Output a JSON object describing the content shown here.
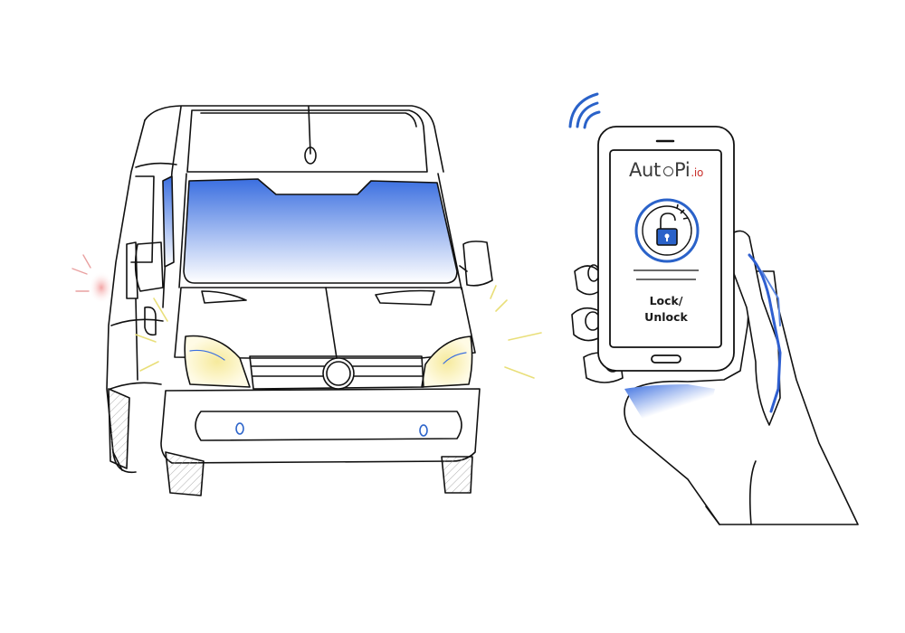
{
  "app": {
    "brand_main": "Aut",
    "brand_second": "Pi",
    "brand_tld": ".io",
    "action_line1": "Lock/",
    "action_line2": "Unlock",
    "accent_color": "#2a62c9",
    "brand_tld_color": "#c9302c",
    "headlight_color": "#f3e79a",
    "icons": [
      "padlock-unlocked-icon",
      "wifi-signal-icon"
    ]
  }
}
